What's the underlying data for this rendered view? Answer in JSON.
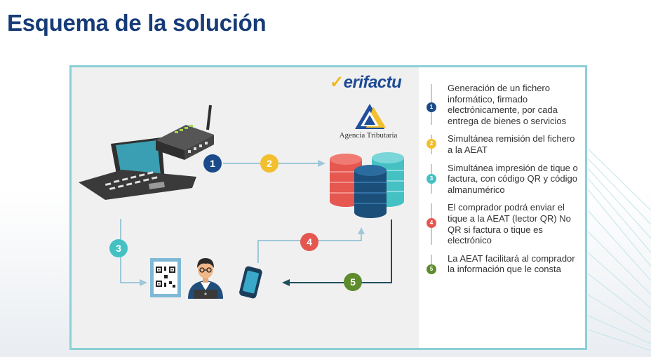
{
  "title": "Esquema de la solución",
  "logo": {
    "check": "✓",
    "text": "erifactu"
  },
  "agency_name": "Agencia Tributaria",
  "colors": {
    "title": "#163b77",
    "frame": "#8ccfd6",
    "step1": "#1a4a8a",
    "step2": "#f2c02e",
    "step3": "#45c1c4",
    "step4": "#e4574f",
    "step5": "#5e8b2c"
  },
  "diagram_numbers": {
    "n1": "1",
    "n2": "2",
    "n3": "3",
    "n4": "4",
    "n5": "5"
  },
  "steps": [
    {
      "num": "1",
      "text": "Generación de un fichero informático, firmado electrónicamente, por cada entrega de bienes o servicios"
    },
    {
      "num": "2",
      "text": "Simultánea remisión del fichero a la AEAT"
    },
    {
      "num": "3",
      "text": "Simultánea impresión de tique o factura, con código QR y código almanumérico"
    },
    {
      "num": "4",
      "text": "El comprador podrá enviar el tique a la AEAT (lector QR) No QR si factura o tique es electrónico"
    },
    {
      "num": "5",
      "text": "La AEAT facilitará al comprador la información que le consta"
    }
  ]
}
